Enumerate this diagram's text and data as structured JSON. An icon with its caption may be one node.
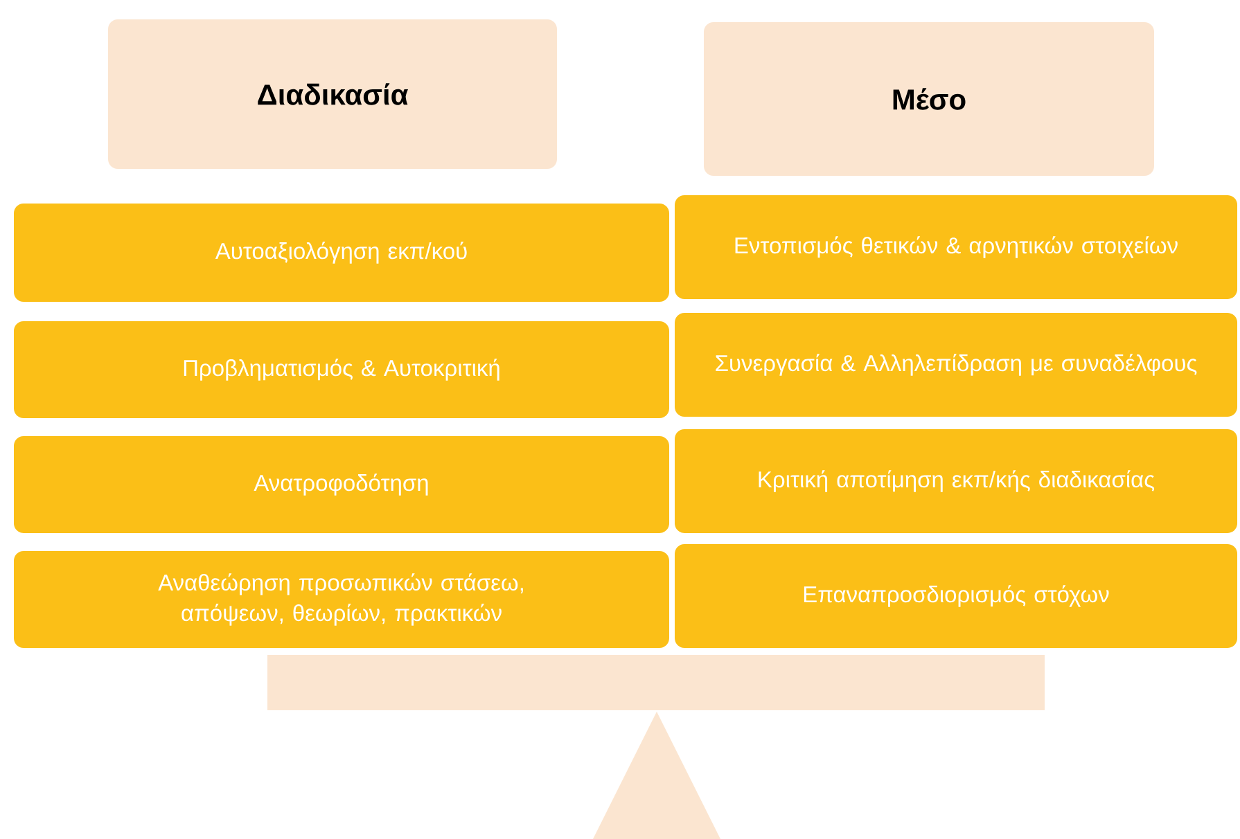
{
  "diagram": {
    "nodes": [
      {
        "text": [
          "Διαδικασία"
        ]
      },
      {
        "text": [
          "Μέσο"
        ]
      },
      {
        "text": [
          "Αυτοαξιολόγηση εκπ/κού"
        ]
      },
      {
        "text": [
          "Προβληματισμός & Αυτοκριτική"
        ]
      },
      {
        "text": [
          "Ανατροφοδότηση"
        ]
      },
      {
        "text": [
          "Αναθεώρηση προσωπικών στάσεω, απόψεων, θεωρίων, πρακτικών"
        ]
      },
      {
        "text": [
          "Εντοπισμός θετικών & αρνητικών στοιχείων"
        ]
      },
      {
        "text": [
          "Συνεργασία & Αλληλεπίδραση με συναδέλφους"
        ]
      },
      {
        "text": [
          "Κριτική αποτίμηση εκπ/κής διαδικασίας"
        ]
      },
      {
        "text": [
          "Επαναπροσδιορισμός στόχων"
        ]
      }
    ]
  }
}
